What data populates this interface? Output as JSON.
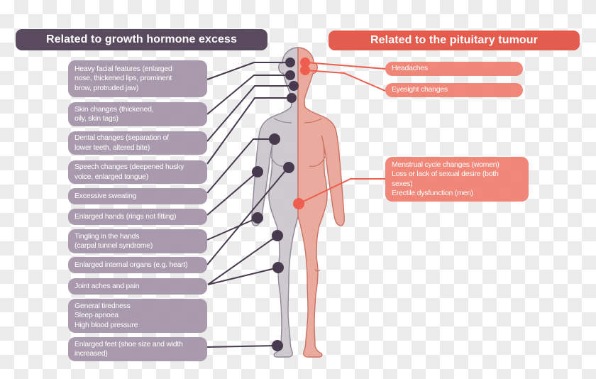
{
  "headers": {
    "left": "Related to growth hormone excess",
    "right": "Related to the pituitary tumour"
  },
  "left_labels": [
    {
      "id": "heavy-facial-features",
      "text": "Heavy facial features (enlarged\nnose, thickened lips, prominent\nbrow, protruded jaw)"
    },
    {
      "id": "skin-changes",
      "text": "Skin changes (thickened,\noily, skin tags)"
    },
    {
      "id": "dental-changes",
      "text": "Dental changes (separation of\nlower teeth, altered bite)"
    },
    {
      "id": "speech-changes",
      "text": "Speech changes (deepened husky\nvoice, enlarged tongue)"
    },
    {
      "id": "excessive-sweating",
      "text": "Excessive sweating"
    },
    {
      "id": "enlarged-hands",
      "text": "Enlarged hands (rings not fitting)"
    },
    {
      "id": "tingling-hands",
      "text": "Tingling in the hands\n(carpal tunnel syndrome)"
    },
    {
      "id": "enlarged-internal-organs",
      "text": "Enlarged internal organs (e.g. heart)"
    },
    {
      "id": "joint-aches",
      "text": "Joint aches and pain"
    },
    {
      "id": "general-tiredness",
      "text": "General tiredness\nSleep apnoea\nHigh blood pressure"
    },
    {
      "id": "enlarged-feet",
      "text": "Enlarged feet (shoe size and width\nincreased)"
    }
  ],
  "right_labels": [
    {
      "id": "headaches",
      "text": "Headaches"
    },
    {
      "id": "eyesight-changes",
      "text": "Eyesight changes"
    },
    {
      "id": "sexual-symptoms",
      "text": "Menstrual cycle changes (women)\nLoss or lack of sexual desire (both\nsexes)\nErectile dysfunction (men)"
    }
  ],
  "colors": {
    "header_purple": "#594a5f",
    "label_purple": "#a495a8",
    "line_purple": "#473a4e",
    "header_red": "#e45c4e",
    "label_red": "#ef8172",
    "line_red": "#ee5d4d",
    "body_left_half": "#cbc7ce",
    "body_right_half": "#e9a79a",
    "checker_gray": "#ececec"
  }
}
